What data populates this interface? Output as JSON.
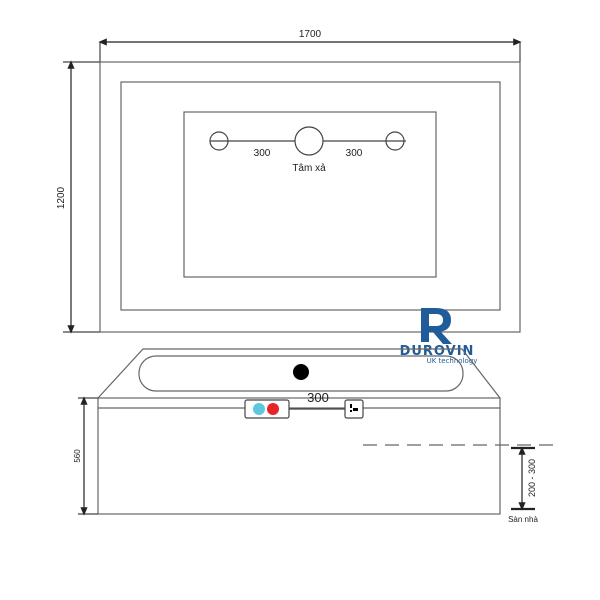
{
  "diagram": {
    "type": "bathtub technical drawing",
    "top_view": {
      "width_dimension": "1700",
      "height_dimension": "1200",
      "drain_spacing_left": "300",
      "drain_spacing_right": "300",
      "drain_center_label": "Tâm xả"
    },
    "front_view": {
      "height_dimension": "560",
      "pipe_spacing": "300",
      "outlet_height_range": "200 - 300",
      "floor_label": "Sàn nhà"
    },
    "brand": {
      "logo_letter": "R",
      "name": "DUROVIN",
      "tagline": "UK technology",
      "color": "#1f5c99"
    },
    "colors": {
      "line": "#555555",
      "cold_water": "#5bc8dc",
      "hot_water": "#e8232a",
      "drain_hole": "#000000"
    }
  }
}
